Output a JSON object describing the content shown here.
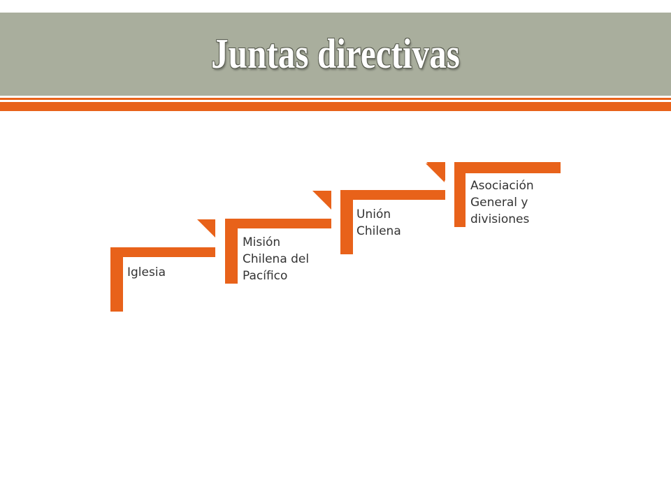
{
  "slide": {
    "title": "Juntas directivas"
  },
  "steps": [
    {
      "label": "Iglesia"
    },
    {
      "label": "Misión Chilena del Pacífico"
    },
    {
      "label": "Unión Chilena"
    },
    {
      "label": "Asociación General y divisiones"
    }
  ],
  "colors": {
    "accent": "#e8621a",
    "title_band": "#a9ae9d",
    "title_text": "#ffffff",
    "label_text": "#333333"
  }
}
